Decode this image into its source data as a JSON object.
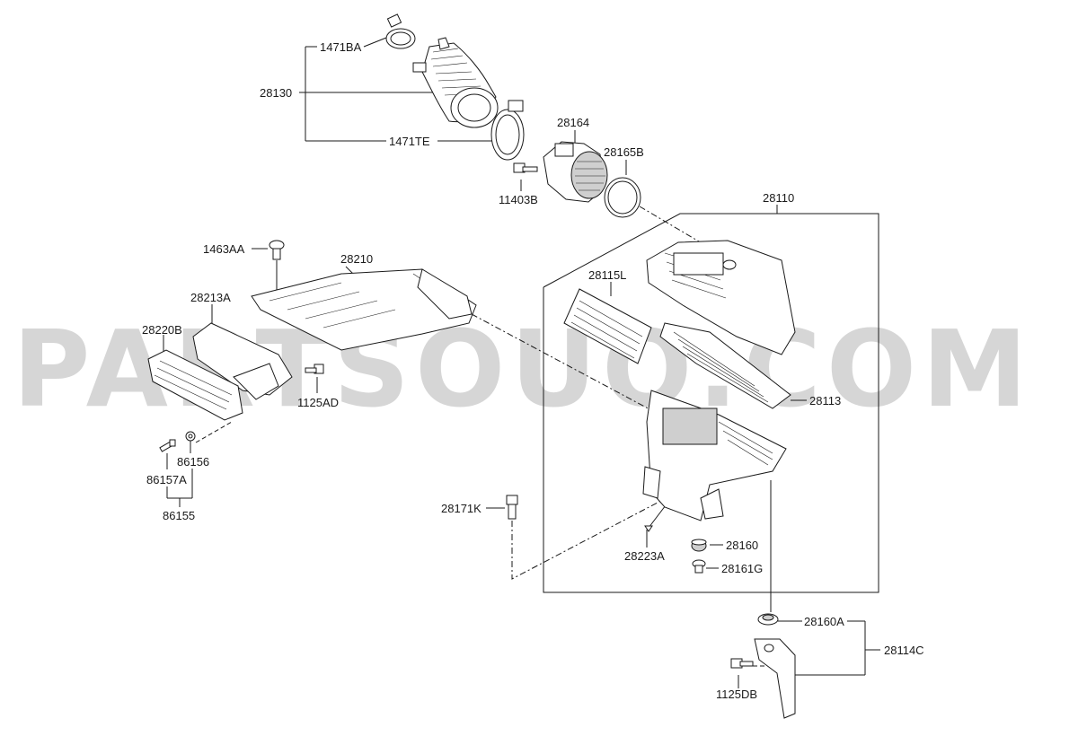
{
  "watermark": "PARTSOUQ.COM",
  "labels": {
    "p1471BA": "1471BA",
    "p28130": "28130",
    "p1471TE": "1471TE",
    "p28164": "28164",
    "p28165B": "28165B",
    "p11403B": "11403B",
    "p28110": "28110",
    "p1463AA": "1463AA",
    "p28210": "28210",
    "p28213A": "28213A",
    "p28115L": "28115L",
    "p28220B": "28220B",
    "p1125AD": "1125AD",
    "p28113": "28113",
    "p86156": "86156",
    "p86157A": "86157A",
    "p86155": "86155",
    "p28171K": "28171K",
    "p28160": "28160",
    "p28223A": "28223A",
    "p28161G": "28161G",
    "p28160A": "28160A",
    "p28114C": "28114C",
    "p1125DB": "1125DB"
  },
  "colors": {
    "line": "#1a1a1a",
    "watermark": "#c8c8c8",
    "background": "#ffffff"
  }
}
